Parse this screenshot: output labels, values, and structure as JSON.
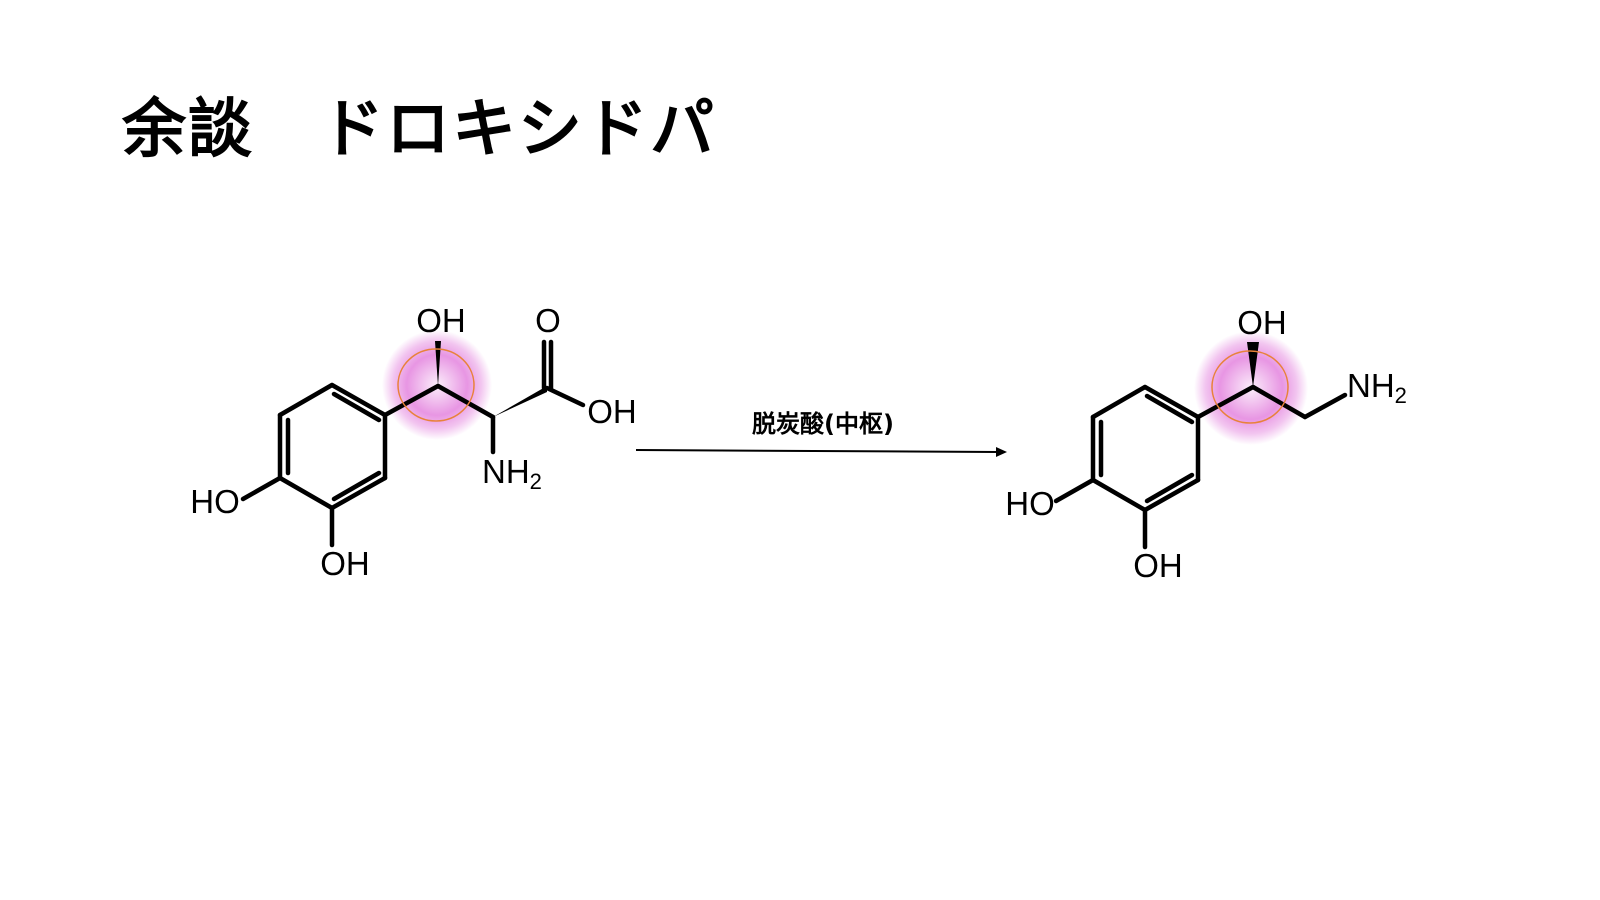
{
  "slide": {
    "title": "余談　ドロキシドパ"
  },
  "reaction": {
    "condition": "脱炭酸(中枢)",
    "highlight_color": "#e58ae0",
    "ring_color": "#e8823a",
    "reactant": {
      "labels": {
        "oh_top": "OH",
        "o_carbonyl": "O",
        "oh_acid": "OH",
        "nh": "NH",
        "nh_sub": "2",
        "ho_ring": "HO",
        "oh_ring": "OH"
      }
    },
    "product": {
      "labels": {
        "oh_top": "OH",
        "nh": "NH",
        "nh_sub": "2",
        "ho_ring": "HO",
        "oh_ring": "OH"
      }
    }
  }
}
